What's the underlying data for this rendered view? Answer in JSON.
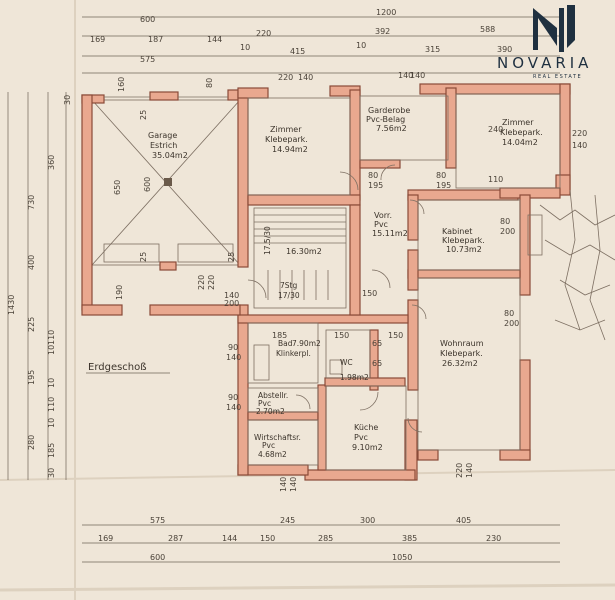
{
  "floor_label": "Erdgeschoß",
  "brand": {
    "name": "NOVARIA",
    "tagline": "REAL ESTATE",
    "logo_icon": "novaria-n-icon",
    "color": "#1f3040"
  },
  "colors": {
    "wall": "#e9a88f",
    "paper": "#efe6d8",
    "line": "#6f6458"
  },
  "rooms": [
    {
      "name": "Garage",
      "sub": "Estrich",
      "area": "35.04m2"
    },
    {
      "name": "Zimmer",
      "sub": "Klebepark.",
      "area": "14.94m2"
    },
    {
      "name": "Garderobe",
      "sub": "Pvc-Belag",
      "area": "7.56m2"
    },
    {
      "name": "Zimmer",
      "sub": "Klebepark.",
      "area": "14.04m2"
    },
    {
      "name": "Vorr.",
      "sub": "Pvc",
      "area": "15.11m2"
    },
    {
      "name": "Kabinet",
      "sub": "Klebepark.",
      "area": "10.73m2"
    },
    {
      "name": "",
      "sub": "",
      "area": "16.30m2"
    },
    {
      "name": "Bad",
      "sub": "Klinkerpl.",
      "area": "7.90m2"
    },
    {
      "name": "WC",
      "sub": "",
      "area": "1.98m2"
    },
    {
      "name": "Wohnraum",
      "sub": "Klebepark.",
      "area": "26.32m2"
    },
    {
      "name": "Abstellr.",
      "sub": "Pvc",
      "area": "2.70m2"
    },
    {
      "name": "Küche",
      "sub": "Pvc",
      "area": "9.10m2"
    },
    {
      "name": "Wirtschaftsr.",
      "sub": "Pvc",
      "area": "4.68m2"
    }
  ],
  "dims_top": {
    "overall": "1200",
    "row1": [
      "600",
      "392",
      "588"
    ],
    "row2": [
      "169",
      "187",
      "144",
      "220",
      "10",
      "10"
    ],
    "row3": [
      "575",
      "415",
      "315",
      "390"
    ]
  },
  "dims_bottom": {
    "row1": [
      "575",
      "245",
      "300",
      "405"
    ],
    "row2": [
      "169",
      "287",
      "144",
      "150",
      "285",
      "385",
      "230"
    ],
    "row3": [
      "600",
      "1050"
    ]
  },
  "dims_left": {
    "overall": "1430",
    "outer": [
      "730",
      "400"
    ],
    "inner": [
      "360",
      "225",
      "195",
      "280"
    ],
    "small": [
      "30",
      "10",
      "110",
      "10",
      "110",
      "10",
      "185",
      "30"
    ]
  },
  "inner_dims": [
    "220",
    "140",
    "140",
    "140",
    "220",
    "140",
    "240",
    "110",
    "80",
    "195",
    "80",
    "195",
    "80",
    "200",
    "80",
    "200",
    "150",
    "150",
    "150",
    "65",
    "65",
    "140",
    "200",
    "90",
    "140",
    "90",
    "140",
    "185",
    "140",
    "140",
    "220",
    "140",
    "650",
    "600",
    "25",
    "190",
    "220",
    "220",
    "25",
    "25",
    "160",
    "80"
  ],
  "stair": [
    "7Stg",
    "17/30",
    "17.5/30"
  ]
}
